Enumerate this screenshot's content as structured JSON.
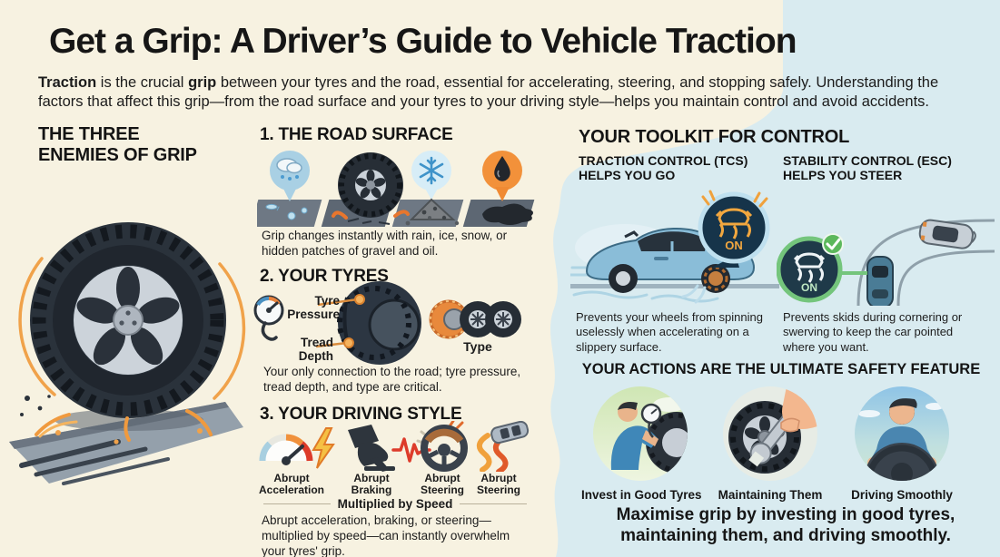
{
  "page": {
    "title": "Get a Grip: A Driver’s Guide to Vehicle Traction",
    "subtitle": {
      "b1": "Traction",
      "t1": " is the crucial ",
      "b2": "grip",
      "t2": " between your tyres and the road, essential for accelerating, steering, and stopping safely. Understanding the factors that affect this grip—from the road surface and your tyres to your driving style—helps you maintain control and avoid accidents."
    }
  },
  "left_panel": {
    "heading_line1": "THE THREE",
    "heading_line2": "ENEMIES OF GRIP"
  },
  "middle_panel": {
    "road_surface": {
      "heading": "1. THE ROAD SURFACE",
      "caption": "Grip changes instantly with rain, ice, snow, or hidden patches of gravel and oil."
    },
    "tyres": {
      "heading": "2. YOUR TYRES",
      "label_pressure": "Tyre Pressure",
      "label_tread": "Tread Depth",
      "label_type": "Type",
      "caption": "Your only connection to the road; tyre pressure, tread depth, and type are critical."
    },
    "driving_style": {
      "heading": "3. YOUR DRIVING STYLE",
      "items": [
        "Abrupt Acceleration",
        "Abrupt Braking",
        "Abrupt Steering",
        "Abrupt Steering"
      ],
      "divider": "Multiplied by Speed",
      "caption": "Abrupt acceleration, braking, or steering—multiplied by speed—can instantly overwhelm your tyres' grip."
    }
  },
  "right_panel": {
    "heading": "YOUR TOOLKIT FOR CONTROL",
    "tcs": {
      "title_line1": "TRACTION CONTROL (TCS)",
      "title_line2": "HELPS YOU GO",
      "badge_on": "ON",
      "caption": "Prevents your wheels from spinning uselessly when accelerating on a slippery surface."
    },
    "esc": {
      "title_line1": "STABILITY CONTROL (ESC)",
      "title_line2": "HELPS YOU STEER",
      "badge_on": "ON",
      "caption": "Prevents skids during cornering or swerving to keep the car pointed where you want."
    },
    "actions": {
      "heading": "YOUR ACTIONS ARE THE ULTIMATE SAFETY FEATURE",
      "items": [
        "Invest in Good Tyres",
        "Maintaining Them",
        "Driving Smoothly"
      ],
      "footer": "Maximise grip by investing in good tyres, maintaining them, and driving smoothly."
    }
  },
  "colors": {
    "cream_bg": "#f7f2e1",
    "blue_panel": "#d9ebf0",
    "accent_orange": "#ee9a3e",
    "alert_red": "#df3a2b",
    "tcs_amber": "#f2a73f",
    "esc_green": "#74c57c",
    "text_dark": "#161616"
  }
}
